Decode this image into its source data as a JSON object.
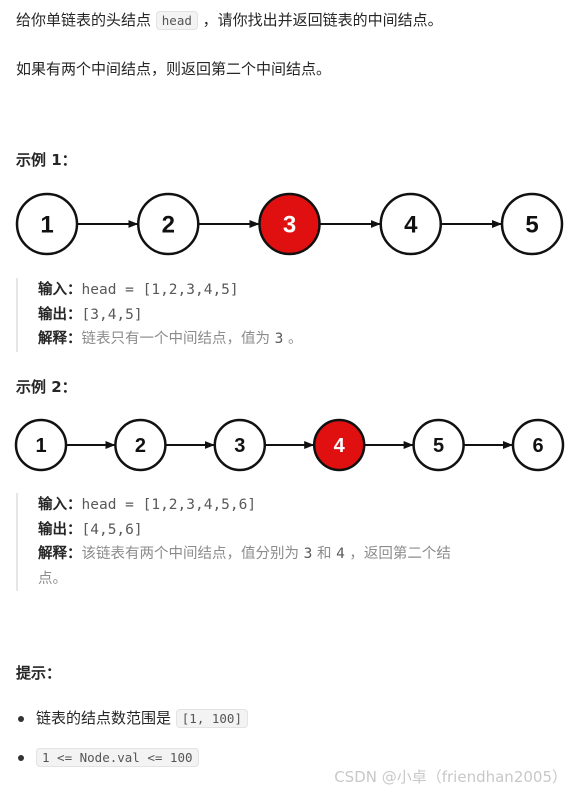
{
  "intro": {
    "line1_before": "给你单链表的头结点 ",
    "line1_code": "head",
    "line1_after": " ，请你找出并返回链表的中间结点。",
    "line2": "如果有两个中间结点，则返回第二个中间结点。"
  },
  "example1": {
    "heading": "示例 1：",
    "nodes": [
      "1",
      "2",
      "3",
      "4",
      "5"
    ],
    "middle_index": 2,
    "input_label": "输入：",
    "input_value": "head = [1,2,3,4,5]",
    "output_label": "输出：",
    "output_value": "[3,4,5]",
    "explain_label": "解释：",
    "explain_text": "链表只有一个中间结点，值为 ",
    "explain_value": "3",
    "explain_end": " 。"
  },
  "example2": {
    "heading": "示例 2：",
    "nodes": [
      "1",
      "2",
      "3",
      "4",
      "5",
      "6"
    ],
    "middle_index": 3,
    "input_label": "输入：",
    "input_value": "head = [1,2,3,4,5,6]",
    "output_label": "输出：",
    "output_value": "[4,5,6]",
    "explain_label": "解释：",
    "explain_text1": "该链表有两个中间结点，值分别为 ",
    "explain_v1": "3",
    "explain_mid": " 和 ",
    "explain_v2": "4",
    "explain_text2": " ，返回第二个结",
    "explain_line2": "点。"
  },
  "hints": {
    "heading": "提示：",
    "item1_text": "链表的结点数范围是 ",
    "item1_code": "[1, 100]",
    "item2_code": "1 <= Node.val <= 100"
  },
  "watermark": "CSDN @小卓（friendhan2005）",
  "colors": {
    "middle_node": "#e01010",
    "text": "#262626"
  }
}
